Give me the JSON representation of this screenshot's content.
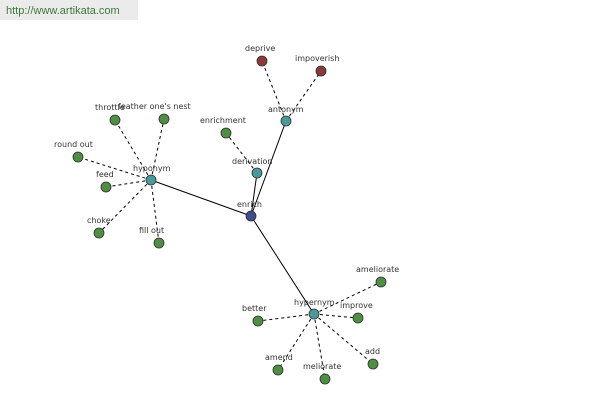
{
  "header": {
    "url": "http://www.artikata.com"
  },
  "colors": {
    "center": "#3f4d8c",
    "relation": "#4a9a9a",
    "word": "#4f8f43",
    "antonym_word": "#8b3a3a",
    "node_stroke": "#2f2f2f"
  },
  "graph": {
    "nodes": [
      {
        "id": "enrich",
        "label": "enrich",
        "kind": "center"
      },
      {
        "id": "antonym",
        "label": "antonym",
        "kind": "relation"
      },
      {
        "id": "hyponym",
        "label": "hyponym",
        "kind": "relation"
      },
      {
        "id": "hypernym",
        "label": "hypernym",
        "kind": "relation"
      },
      {
        "id": "derivation",
        "label": "derivation",
        "kind": "relation"
      },
      {
        "id": "deprive",
        "label": "deprive",
        "kind": "antonym_word"
      },
      {
        "id": "impoverish",
        "label": "impoverish",
        "kind": "antonym_word"
      },
      {
        "id": "enrichment",
        "label": "enrichment",
        "kind": "word"
      },
      {
        "id": "throttle",
        "label": "throttle",
        "kind": "word"
      },
      {
        "id": "feather",
        "label": "feather one's nest",
        "kind": "word"
      },
      {
        "id": "roundout",
        "label": "round out",
        "kind": "word"
      },
      {
        "id": "feed",
        "label": "feed",
        "kind": "word"
      },
      {
        "id": "choke",
        "label": "choke",
        "kind": "word"
      },
      {
        "id": "fillout",
        "label": "fill out",
        "kind": "word"
      },
      {
        "id": "ameliorate",
        "label": "ameliorate",
        "kind": "word"
      },
      {
        "id": "better",
        "label": "better",
        "kind": "word"
      },
      {
        "id": "improve",
        "label": "improve",
        "kind": "word"
      },
      {
        "id": "amend",
        "label": "amend",
        "kind": "word"
      },
      {
        "id": "meliorate",
        "label": "meliorate",
        "kind": "word"
      },
      {
        "id": "add",
        "label": "add",
        "kind": "word"
      }
    ],
    "edges": [
      {
        "from": "enrich",
        "to": "antonym",
        "style": "solid"
      },
      {
        "from": "enrich",
        "to": "hyponym",
        "style": "solid"
      },
      {
        "from": "enrich",
        "to": "hypernym",
        "style": "solid"
      },
      {
        "from": "enrich",
        "to": "derivation",
        "style": "solid"
      },
      {
        "from": "antonym",
        "to": "deprive",
        "style": "dashed"
      },
      {
        "from": "antonym",
        "to": "impoverish",
        "style": "dashed"
      },
      {
        "from": "derivation",
        "to": "enrichment",
        "style": "dashed"
      },
      {
        "from": "hyponym",
        "to": "throttle",
        "style": "dashed"
      },
      {
        "from": "hyponym",
        "to": "feather",
        "style": "dashed"
      },
      {
        "from": "hyponym",
        "to": "roundout",
        "style": "dashed"
      },
      {
        "from": "hyponym",
        "to": "feed",
        "style": "dashed"
      },
      {
        "from": "hyponym",
        "to": "choke",
        "style": "dashed"
      },
      {
        "from": "hyponym",
        "to": "fillout",
        "style": "dashed"
      },
      {
        "from": "hypernym",
        "to": "ameliorate",
        "style": "dashed"
      },
      {
        "from": "hypernym",
        "to": "better",
        "style": "dashed"
      },
      {
        "from": "hypernym",
        "to": "improve",
        "style": "dashed"
      },
      {
        "from": "hypernym",
        "to": "amend",
        "style": "dashed"
      },
      {
        "from": "hypernym",
        "to": "meliorate",
        "style": "dashed"
      },
      {
        "from": "hypernym",
        "to": "add",
        "style": "dashed"
      }
    ]
  }
}
